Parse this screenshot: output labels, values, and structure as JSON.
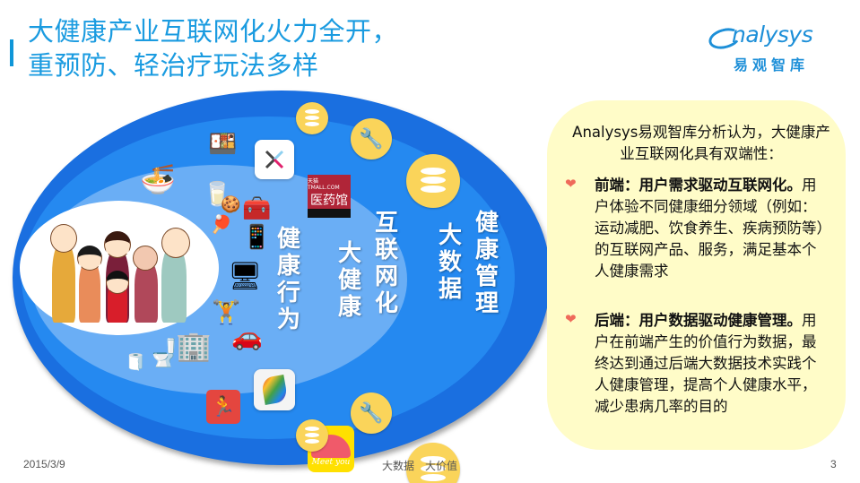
{
  "header": {
    "title_line1": "大健康产业互联网化火力全开，",
    "title_line2": "重预防、轻治疗玩法多样",
    "logo": {
      "en": "nalysys",
      "cn": "易观智库"
    }
  },
  "diagram": {
    "layers": [
      {
        "label": "健康行为",
        "color": "#6aaef5"
      },
      {
        "label": "大健康",
        "color": "#2589f0"
      },
      {
        "label": "互联网化",
        "color": "#2589f0"
      },
      {
        "label": "大数据",
        "color": "#1a6fe0"
      },
      {
        "label": "健康管理",
        "color": "#1a6fe0"
      }
    ],
    "inner_icons": [
      "bento-icon",
      "noodle-bowl-icon",
      "milk-glass-icon",
      "cookie-icon",
      "first-aid-kit-icon",
      "ping-pong-paddle-icon",
      "smartphone-icon",
      "monitor-icon",
      "dumbbell-icon",
      "car-icon",
      "building-icon",
      "toilet-icon",
      "toilet-paper-icon"
    ],
    "app_icons": [
      {
        "name": "x-app-icon"
      },
      {
        "name": "tmall-pharmacy-icon",
        "text_top": "天猫 TMALL.COM",
        "text_main": "医药馆"
      },
      {
        "name": "meetyou-app-icon",
        "text": "Meet you"
      },
      {
        "name": "leaf-app-icon"
      },
      {
        "name": "runner-app-icon"
      }
    ],
    "coin_icons": [
      "database-icon",
      "wrench-icon",
      "database-icon",
      "database-icon",
      "wrench-icon",
      "database-icon"
    ],
    "colors": {
      "coin": "#fad45a",
      "outer": "#1a6fe0",
      "mid": "#2589f0",
      "inner": "#6aaef5"
    }
  },
  "callout": {
    "intro": "Analysys易观智库分析认为，大健康产业互联网化具有双端性：",
    "points": [
      {
        "bold": "前端：用户需求驱动互联网化。",
        "text": "用户体验不同健康细分领域（例如：运动减肥、饮食养生、疾病预防等）的互联网产品、服务，满足基本个人健康需求"
      },
      {
        "bold": "后端：用户数据驱动健康管理。",
        "text": "用户在前端产生的价值行为数据，最终达到通过后端大数据技术实践个人健康管理，提高个人健康水平，减少患病几率的目的"
      }
    ],
    "bg_color": "#fffcc8",
    "bullet_color": "#ef6a5a"
  },
  "footer": {
    "date": "2015/3/9",
    "tagline": "大数据　大价值",
    "page_number": "3"
  }
}
